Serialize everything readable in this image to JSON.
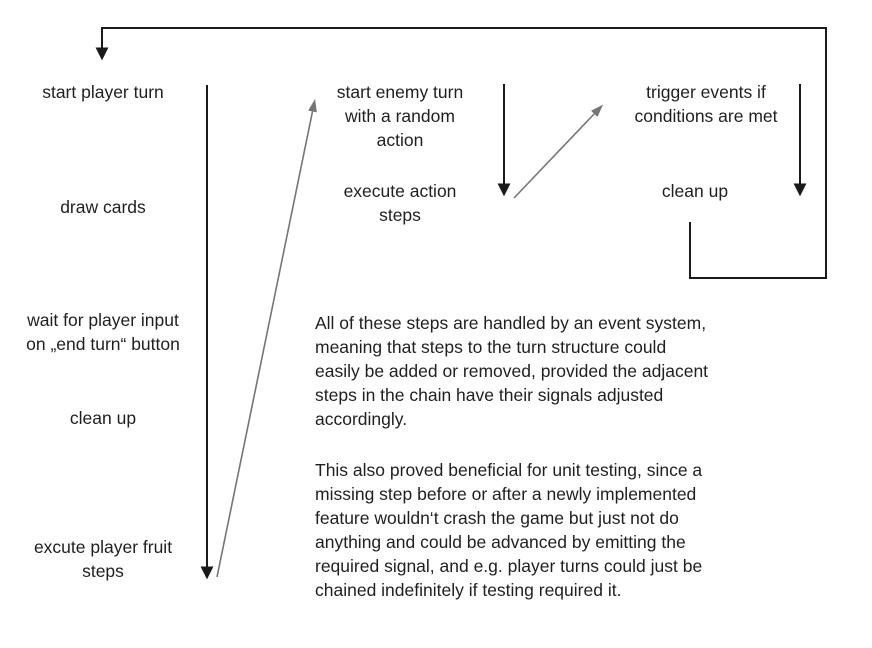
{
  "colors": {
    "background": "#ffffff",
    "text": "#1f1f1f",
    "flow_line": "#1a1a1a",
    "signal_arrow": "#757575"
  },
  "player_turn_column": {
    "steps": {
      "start": "start player turn",
      "draw": "draw cards",
      "wait": "wait for player input\non „end turn“ button",
      "cleanup": "clean up",
      "fruit": "excute player fruit\nsteps"
    }
  },
  "enemy_turn_column": {
    "steps": {
      "start": "start enemy turn\nwith a random\naction",
      "execute": "execute action\nsteps"
    }
  },
  "events_column": {
    "steps": {
      "trigger": "trigger events if\nconditions are met",
      "cleanup": "clean up"
    }
  },
  "notes": {
    "paragraph_1": "All of these steps are handled by an event system,\nmeaning that steps to the turn structure could\neasily be added or removed, provided the adjacent\nsteps in the chain have their signals adjusted\naccordingly.",
    "paragraph_2": "This also proved beneficial for unit testing, since a\nmissing step before or after a newly implemented\nfeature wouldn‘t crash the game but just not do\nanything and could be advanced by emitting the\nrequired signal, and e.g. player turns could just be\nchained indefinitely if testing required it."
  }
}
